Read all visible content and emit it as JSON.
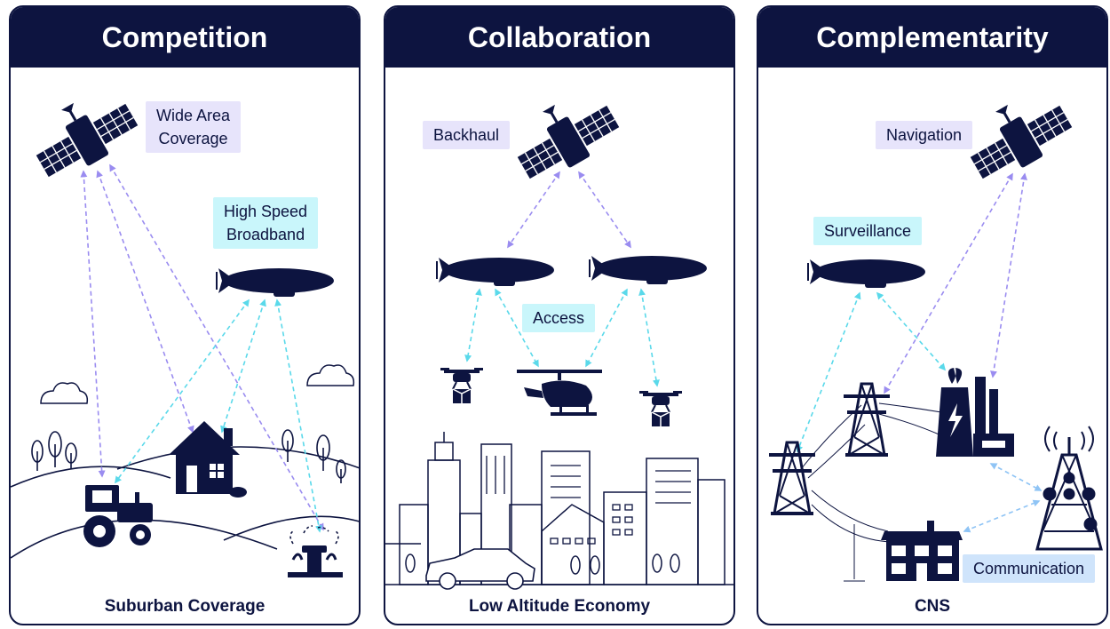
{
  "panels": [
    {
      "title": "Competition",
      "footer": "Suburban Coverage",
      "labels": {
        "wide_area": "Wide Area\nCoverage",
        "broadband": "High Speed\nBroadband"
      }
    },
    {
      "title": "Collaboration",
      "footer": "Low Altitude Economy",
      "labels": {
        "backhaul": "Backhaul",
        "access": "Access"
      }
    },
    {
      "title": "Complementarity",
      "footer": "CNS",
      "labels": {
        "navigation": "Navigation",
        "surveillance": "Surveillance",
        "communication": "Communication"
      }
    }
  ],
  "colors": {
    "navy": "#0d1440",
    "satellite_link": "#9a8cf0",
    "airship_link": "#5ad9ea",
    "comm_link": "#8fc4f5",
    "lavender_tag": "#e7e4fb",
    "cyan_tag": "#c9f6fb",
    "blue_tag": "#cfe4fb"
  }
}
